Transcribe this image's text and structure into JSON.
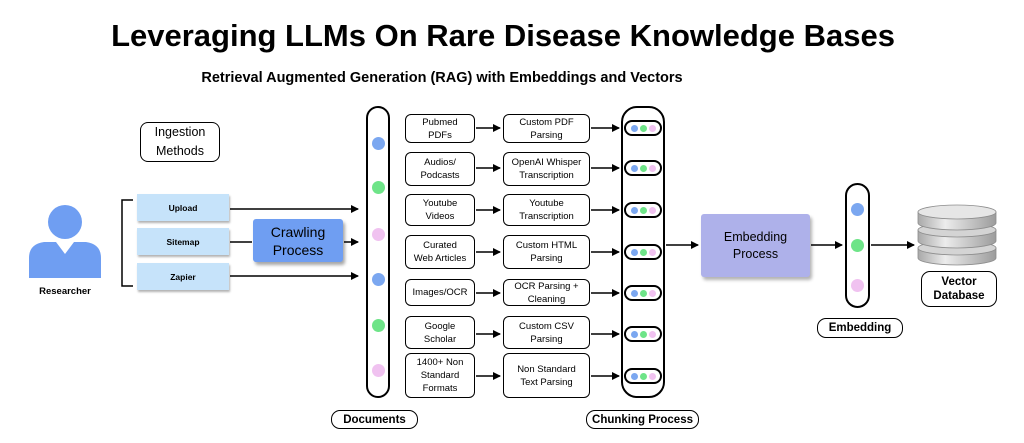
{
  "title": "Leveraging LLMs On Rare Disease Knowledge Bases",
  "subtitle": "Retrieval Augmented Generation (RAG) with Embeddings and Vectors",
  "ingestion_methods_label": "Ingestion\nMethods",
  "researcher": {
    "label": "Researcher",
    "icon": "person-icon"
  },
  "methods": [
    "Upload",
    "Sitemap",
    "Zapier"
  ],
  "crawling_label": "Crawling\nProcess",
  "sources": [
    {
      "source": "Pubmed\nPDFs",
      "parser": "Custom PDF\nParsing"
    },
    {
      "source": "Audios/\nPodcasts",
      "parser": "OpenAI Whisper\nTranscription"
    },
    {
      "source": "Youtube\nVideos",
      "parser": "Youtube\nTranscription"
    },
    {
      "source": "Curated\nWeb Articles",
      "parser": "Custom HTML\nParsing"
    },
    {
      "source": "Images/OCR",
      "parser": "OCR Parsing +\nCleaning"
    },
    {
      "source": "Google\nScholar",
      "parser": "Custom CSV\nParsing"
    },
    {
      "source": "1400+ Non\nStandard\nFormats",
      "parser": "Non Standard\nText Parsing"
    }
  ],
  "documents_label": "Documents",
  "chunking_label": "Chunking Process",
  "embedding_process_label": "Embedding\nProcess",
  "embedding_label": "Embedding",
  "vector_db_label": "Vector\nDatabase",
  "vector_db_icon": "database-icon",
  "colors": {
    "blue": "#7ba7f0",
    "green": "#6ee488",
    "pink": "#f0c2f0",
    "method_fill": "#c6e3fa",
    "crawl_fill": "#6f9ef2",
    "embed_fill": "#aeb1ea"
  }
}
